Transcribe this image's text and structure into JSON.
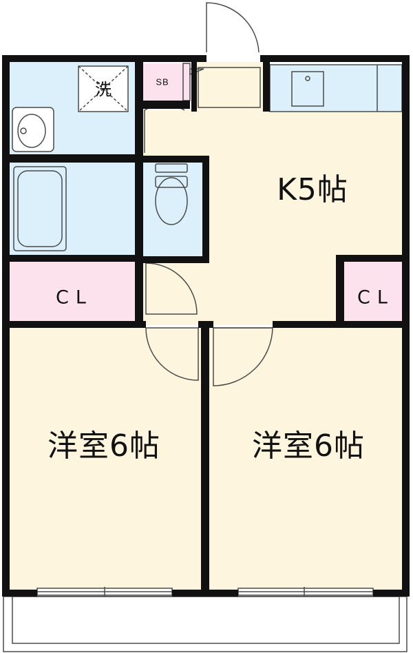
{
  "rooms": {
    "kitchen": "K5帖",
    "western_left": "洋室6帖",
    "western_right": "洋室6帖",
    "closet_left": "CL",
    "closet_right": "CL",
    "shoe_box": "SB",
    "washer": "洗"
  },
  "colors": {
    "wall": "#111111",
    "floor": "#fdf5dd",
    "wet_area": "#dcf0fb",
    "storage": "#fbe2ec",
    "fixture_line": "#4a4a4a"
  }
}
